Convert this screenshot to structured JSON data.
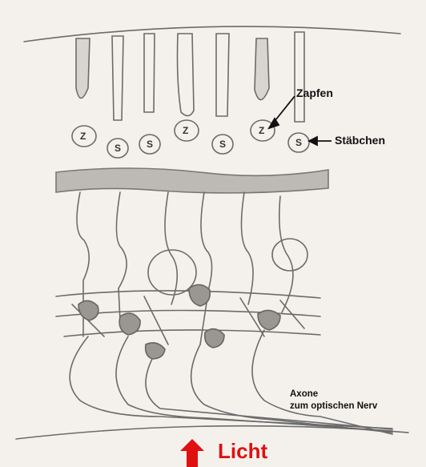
{
  "labels": {
    "zapfen": "Zapfen",
    "staebchen": "Stäbchen",
    "axone_line1": "Axone",
    "axone_line2": "zum optischen Nerv",
    "licht": "Licht"
  },
  "cell_letters": [
    "Z",
    "S",
    "S",
    "Z",
    "S",
    "Z",
    "S"
  ],
  "colors": {
    "paper": "#f4f1ec",
    "pencil": "#6b6b6b",
    "shading": "#8a8a8a",
    "light_arrow": "#e01010"
  }
}
